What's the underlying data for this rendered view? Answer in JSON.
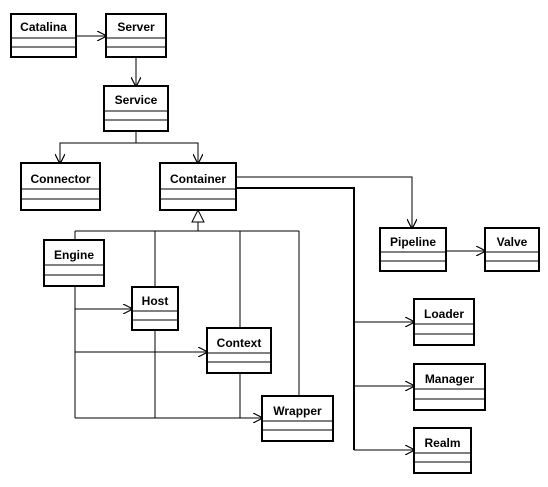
{
  "diagram": {
    "classes": [
      {
        "id": "catalina",
        "name": "Catalina"
      },
      {
        "id": "server",
        "name": "Server"
      },
      {
        "id": "service",
        "name": "Service"
      },
      {
        "id": "connector",
        "name": "Connector"
      },
      {
        "id": "container",
        "name": "Container"
      },
      {
        "id": "engine",
        "name": "Engine"
      },
      {
        "id": "host",
        "name": "Host"
      },
      {
        "id": "context",
        "name": "Context"
      },
      {
        "id": "wrapper",
        "name": "Wrapper"
      },
      {
        "id": "pipeline",
        "name": "Pipeline"
      },
      {
        "id": "valve",
        "name": "Valve"
      },
      {
        "id": "loader",
        "name": "Loader"
      },
      {
        "id": "manager",
        "name": "Manager"
      },
      {
        "id": "realm",
        "name": "Realm"
      }
    ]
  }
}
